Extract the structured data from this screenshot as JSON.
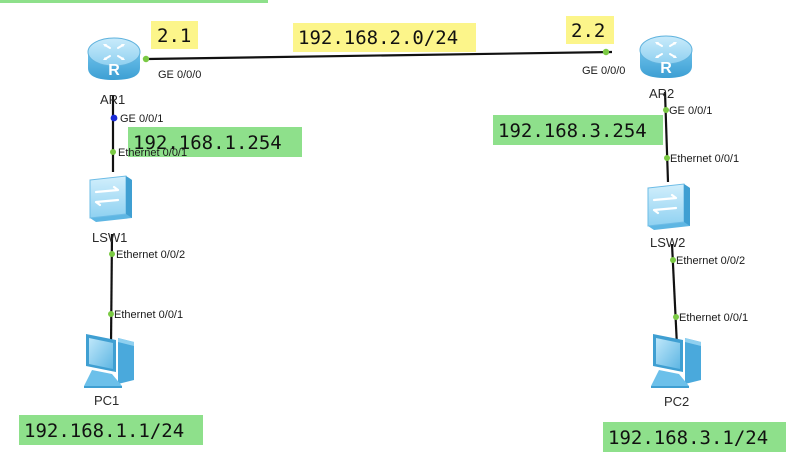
{
  "colors": {
    "highlight_yellow": "#fcf58a",
    "highlight_green": "#8ee08b",
    "link": "#111111",
    "port_up": "#7ac943",
    "port_blue": "#1a2bd6",
    "device_blue": "#6fbfe8"
  },
  "devices": {
    "ar1": {
      "label": "AR1",
      "icon": "router-icon"
    },
    "ar2": {
      "label": "AR2",
      "icon": "router-icon"
    },
    "lsw1": {
      "label": "LSW1",
      "icon": "switch-icon"
    },
    "lsw2": {
      "label": "LSW2",
      "icon": "switch-icon"
    },
    "pc1": {
      "label": "PC1",
      "icon": "pc-icon"
    },
    "pc2": {
      "label": "PC2",
      "icon": "pc-icon"
    }
  },
  "ports": {
    "ar1_ge000": "GE 0/0/0",
    "ar1_ge001": "GE 0/0/1",
    "ar2_ge000": "GE 0/0/0",
    "ar2_ge001": "GE 0/0/1",
    "lsw1_eth001": "Ethernet 0/0/1",
    "lsw1_eth002": "Ethernet 0/0/2",
    "pc1_eth001": "Ethernet 0/0/1",
    "lsw2_eth001": "Ethernet 0/0/1",
    "lsw2_eth002": "Ethernet 0/0/2",
    "pc2_eth001": "Ethernet 0/0/1"
  },
  "annotations": {
    "ar1_wan_ip": "2.1",
    "wan_network": "192.168.2.0/24",
    "ar2_wan_ip": "2.2",
    "ar1_lan_gateway": "192.168.1.254",
    "ar2_lan_gateway": "192.168.3.254",
    "pc1_ip": "192.168.1.1/24",
    "pc2_ip": "192.168.3.1/24"
  }
}
